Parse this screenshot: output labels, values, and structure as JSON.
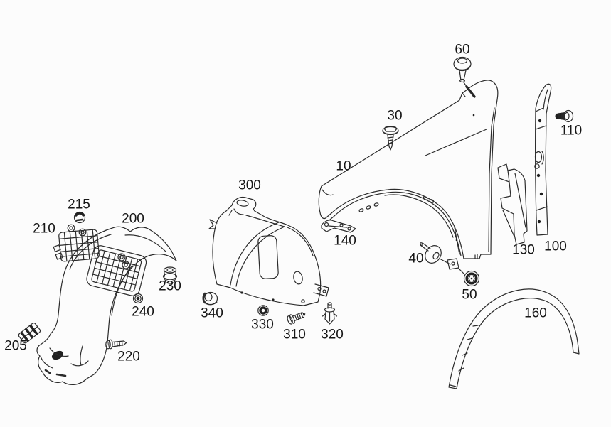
{
  "diagram": {
    "background_color": "#fcfcfc",
    "line_color": "#2b2b2b",
    "label_color": "#161616",
    "parts": [
      {
        "label": "10",
        "name": "fender-panel"
      },
      {
        "label": "30",
        "name": "fender-screw"
      },
      {
        "label": "40",
        "name": "locating-pin"
      },
      {
        "label": "50",
        "name": "fastener-nut"
      },
      {
        "label": "60",
        "name": "fender-bolt"
      },
      {
        "label": "100",
        "name": "rear-sealing-strip"
      },
      {
        "label": "110",
        "name": "sealing-strip-screw"
      },
      {
        "label": "130",
        "name": "rear-bracket"
      },
      {
        "label": "140",
        "name": "front-bracket"
      },
      {
        "label": "160",
        "name": "wheel-arch-trim"
      },
      {
        "label": "200",
        "name": "wheel-liner-front-section"
      },
      {
        "label": "205",
        "name": "clip-bracket"
      },
      {
        "label": "210",
        "name": "liner-grille-insert"
      },
      {
        "label": "215",
        "name": "retaining-clip"
      },
      {
        "label": "220",
        "name": "liner-screw"
      },
      {
        "label": "230",
        "name": "plastic-nut"
      },
      {
        "label": "240",
        "name": "grommet"
      },
      {
        "label": "300",
        "name": "wheel-liner-rear-section"
      },
      {
        "label": "310",
        "name": "liner-rear-screw"
      },
      {
        "label": "320",
        "name": "expansion-rivet"
      },
      {
        "label": "330",
        "name": "liner-grommet"
      },
      {
        "label": "340",
        "name": "cone-grommet"
      }
    ]
  }
}
